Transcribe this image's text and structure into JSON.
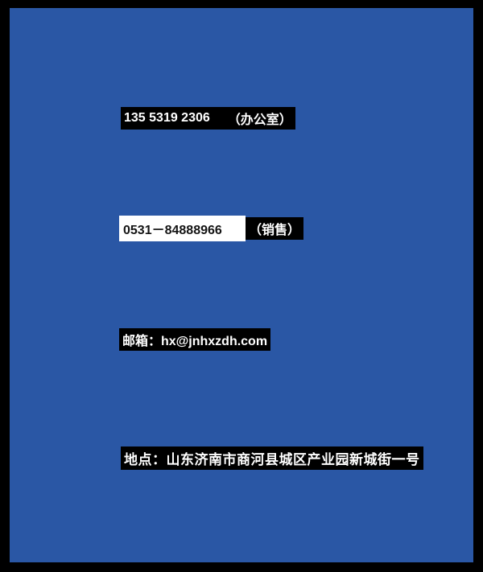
{
  "page": {
    "background_color": "#2a57a5",
    "frame_color": "#000000",
    "text_color": "#ffffff",
    "highlight_black": "#000000",
    "highlight_white": "#ffffff"
  },
  "contact": {
    "office_phone": {
      "number": "135 5319 2306",
      "label": "（办公室）"
    },
    "sales_phone": {
      "number": "0531－84888966",
      "label": "（销售）"
    },
    "email": "邮箱：hx@jnhxzdh.com",
    "address": "地点：山东济南市商河县城区产业园新城街一号"
  }
}
